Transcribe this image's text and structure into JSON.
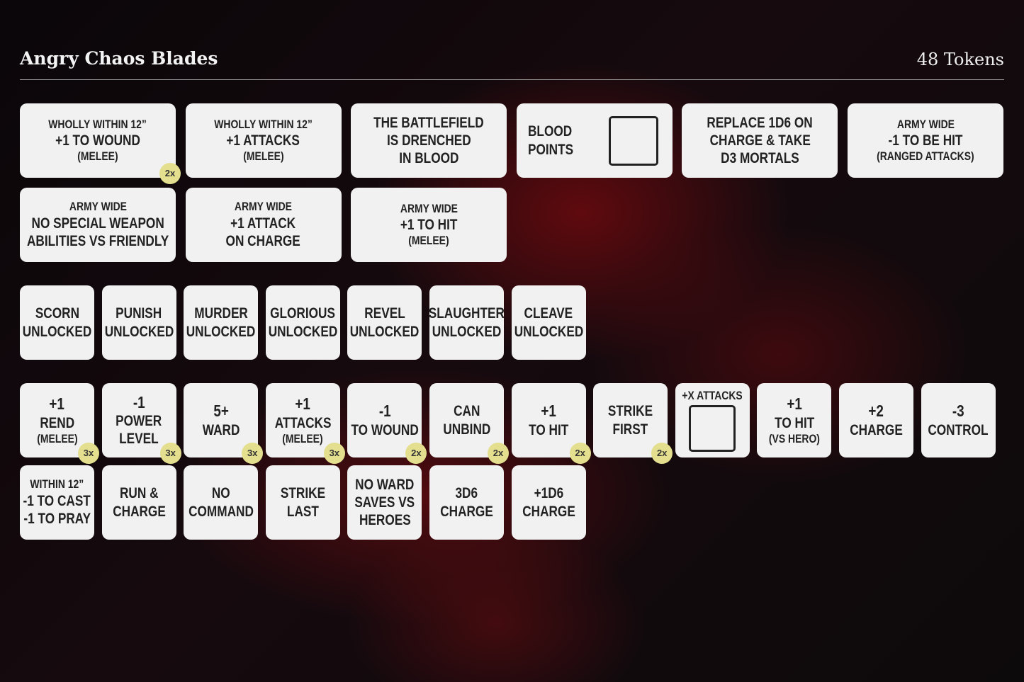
{
  "header": {
    "title": "Angry Chaos Blades",
    "count": "48 Tokens"
  },
  "colors": {
    "badge": "#e3df8f",
    "token": "#f1f1f1"
  },
  "rows": [
    {
      "kind": "big",
      "tokens": [
        {
          "lines": [
            [
              "WHOLLY WITHIN 12”",
              "s"
            ],
            [
              "+1 TO WOUND",
              "m"
            ],
            [
              "(MELEE)",
              "s"
            ]
          ],
          "badge": "2x"
        },
        {
          "lines": [
            [
              "WHOLLY WITHIN 12”",
              "s"
            ],
            [
              "+1 ATTACKS",
              "m"
            ],
            [
              "(MELEE)",
              "s"
            ]
          ]
        },
        {
          "lines": [
            [
              "THE BATTLEFIELD",
              "m"
            ],
            [
              "IS DRENCHED",
              "m"
            ],
            [
              "IN BLOOD",
              "m"
            ]
          ]
        },
        {
          "lines": [
            [
              "BLOOD",
              "m"
            ],
            [
              "POINTS",
              "m"
            ]
          ],
          "box": true
        },
        {
          "lines": [
            [
              "REPLACE 1D6 ON",
              "m"
            ],
            [
              "CHARGE & TAKE",
              "m"
            ],
            [
              "D3 MORTALS",
              "m"
            ]
          ]
        },
        {
          "lines": [
            [
              "ARMY WIDE",
              "s"
            ],
            [
              "-1 TO BE HIT",
              "m"
            ],
            [
              "(RANGED ATTACKS)",
              "s"
            ]
          ]
        }
      ]
    },
    {
      "kind": "big",
      "tokens": [
        {
          "lines": [
            [
              "ARMY WIDE",
              "s"
            ],
            [
              "NO SPECIAL WEAPON",
              "m"
            ],
            [
              "ABILITIES VS FRIENDLY",
              "m"
            ]
          ]
        },
        {
          "lines": [
            [
              "ARMY WIDE",
              "s"
            ],
            [
              "+1 ATTACK",
              "m"
            ],
            [
              "ON CHARGE",
              "m"
            ]
          ]
        },
        {
          "lines": [
            [
              "ARMY WIDE",
              "s"
            ],
            [
              "+1 TO HIT",
              "m"
            ],
            [
              "(MELEE)",
              "s"
            ]
          ]
        }
      ]
    },
    {
      "kind": "sm",
      "tokens": [
        {
          "lines": [
            [
              "SCORN",
              "m"
            ],
            [
              "UNLOCKED",
              "m"
            ]
          ]
        },
        {
          "lines": [
            [
              "PUNISH",
              "m"
            ],
            [
              "UNLOCKED",
              "m"
            ]
          ]
        },
        {
          "lines": [
            [
              "MURDER",
              "m"
            ],
            [
              "UNLOCKED",
              "m"
            ]
          ]
        },
        {
          "lines": [
            [
              "GLORIOUS",
              "m"
            ],
            [
              "UNLOCKED",
              "m"
            ]
          ]
        },
        {
          "lines": [
            [
              "REVEL",
              "m"
            ],
            [
              "UNLOCKED",
              "m"
            ]
          ]
        },
        {
          "lines": [
            [
              "SLAUGHTER",
              "m"
            ],
            [
              "UNLOCKED",
              "m"
            ]
          ]
        },
        {
          "lines": [
            [
              "CLEAVE",
              "m"
            ],
            [
              "UNLOCKED",
              "m"
            ]
          ]
        }
      ]
    },
    {
      "kind": "sm",
      "tokens": [
        {
          "lines": [
            [
              "+1",
              "l"
            ],
            [
              "REND",
              "m"
            ],
            [
              "(MELEE)",
              "s"
            ]
          ],
          "badge": "3x"
        },
        {
          "lines": [
            [
              "-1",
              "l"
            ],
            [
              "POWER",
              "m"
            ],
            [
              "LEVEL",
              "m"
            ]
          ],
          "badge": "3x"
        },
        {
          "lines": [
            [
              "5+",
              "l"
            ],
            [
              "WARD",
              "m"
            ]
          ],
          "badge": "3x"
        },
        {
          "lines": [
            [
              "+1",
              "l"
            ],
            [
              "ATTACKS",
              "m"
            ],
            [
              "(MELEE)",
              "s"
            ]
          ],
          "badge": "3x"
        },
        {
          "lines": [
            [
              "-1",
              "l"
            ],
            [
              "TO WOUND",
              "m"
            ]
          ],
          "badge": "2x"
        },
        {
          "lines": [
            [
              "CAN",
              "m"
            ],
            [
              "UNBIND",
              "m"
            ]
          ],
          "badge": "2x"
        },
        {
          "lines": [
            [
              "+1",
              "l"
            ],
            [
              "TO HIT",
              "m"
            ]
          ],
          "badge": "2x"
        },
        {
          "lines": [
            [
              "STRIKE",
              "m"
            ],
            [
              "FIRST",
              "m"
            ]
          ],
          "badge": "2x"
        },
        {
          "lines": [
            [
              "+X ATTACKS",
              "s"
            ]
          ],
          "box": true
        },
        {
          "lines": [
            [
              "+1",
              "l"
            ],
            [
              "TO HIT",
              "m"
            ],
            [
              "(VS HERO)",
              "s"
            ]
          ]
        },
        {
          "lines": [
            [
              "+2",
              "l"
            ],
            [
              "CHARGE",
              "m"
            ]
          ]
        },
        {
          "lines": [
            [
              "-3",
              "l"
            ],
            [
              "CONTROL",
              "m"
            ]
          ]
        }
      ]
    },
    {
      "kind": "sm",
      "tokens": [
        {
          "lines": [
            [
              "WITHIN 12”",
              "s"
            ],
            [
              "-1 TO CAST",
              "m"
            ],
            [
              "-1 TO PRAY",
              "m"
            ]
          ]
        },
        {
          "lines": [
            [
              "RUN &",
              "m"
            ],
            [
              "CHARGE",
              "m"
            ]
          ]
        },
        {
          "lines": [
            [
              "NO",
              "m"
            ],
            [
              "COMMAND",
              "m"
            ]
          ]
        },
        {
          "lines": [
            [
              "STRIKE",
              "m"
            ],
            [
              "LAST",
              "m"
            ]
          ]
        },
        {
          "lines": [
            [
              "NO WARD",
              "m"
            ],
            [
              "SAVES VS",
              "m"
            ],
            [
              "HEROES",
              "m"
            ]
          ]
        },
        {
          "lines": [
            [
              "3D6",
              "m"
            ],
            [
              "CHARGE",
              "m"
            ]
          ]
        },
        {
          "lines": [
            [
              "+1D6",
              "m"
            ],
            [
              "CHARGE",
              "m"
            ]
          ]
        }
      ]
    }
  ]
}
